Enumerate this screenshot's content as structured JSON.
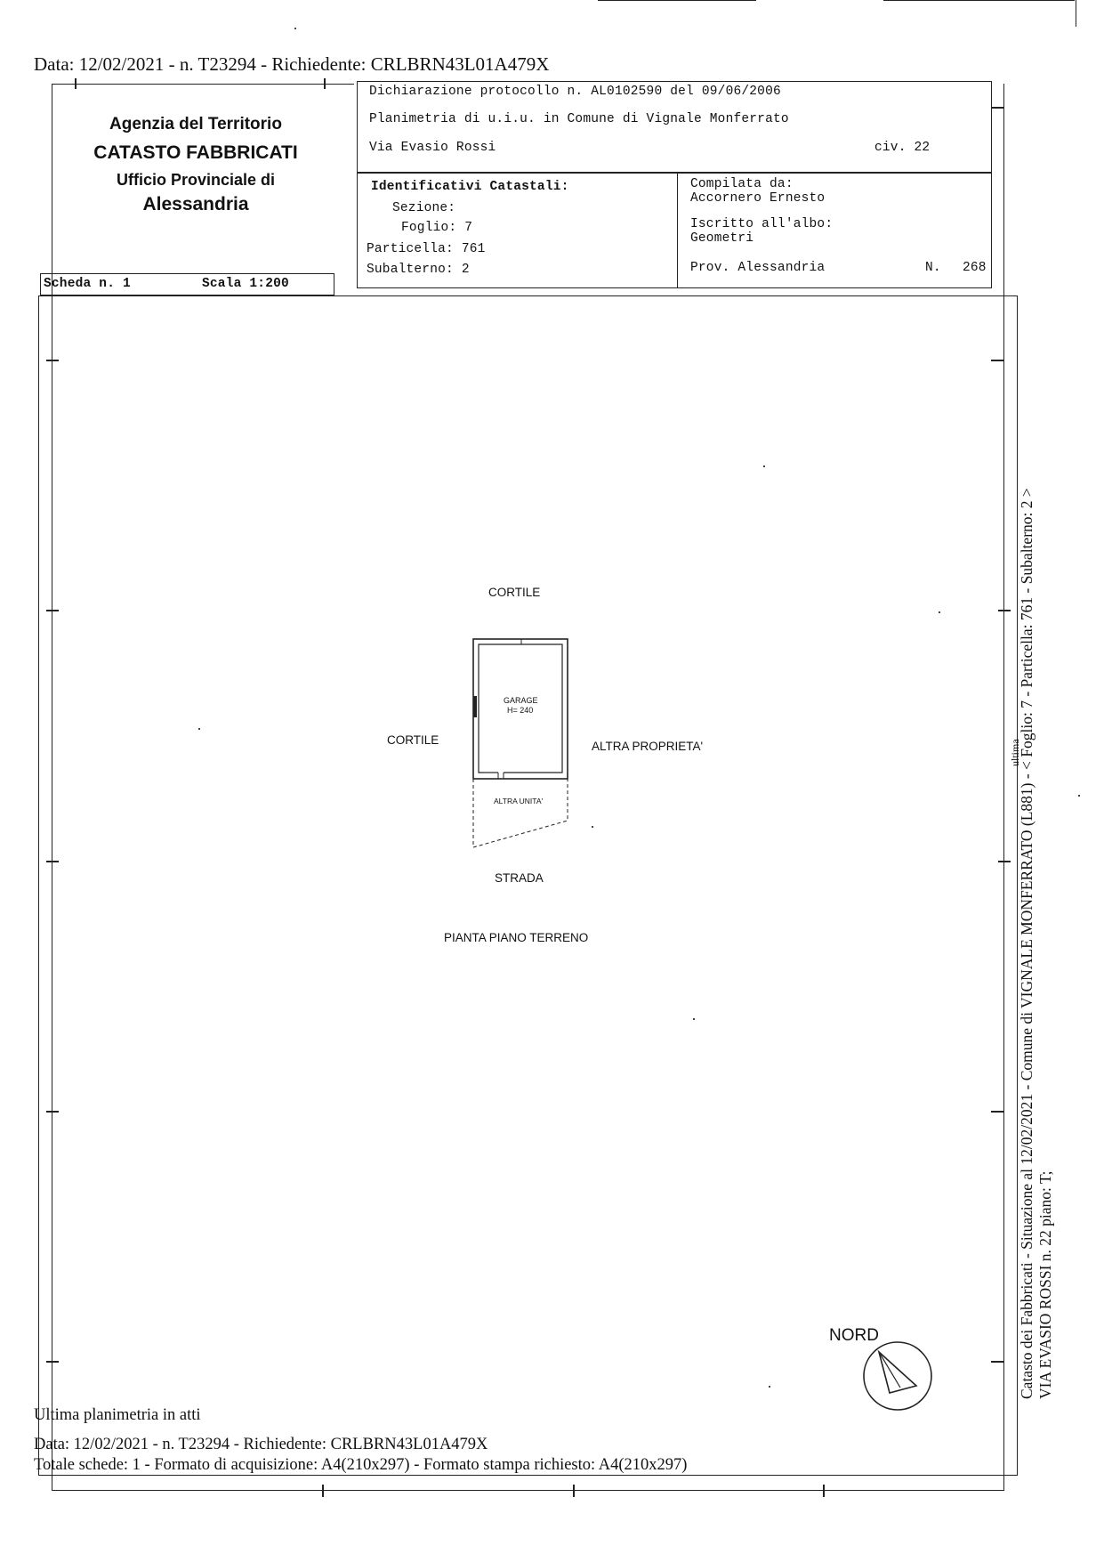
{
  "header_top": "Data: 12/02/2021 - n. T23294 - Richiedente: CRLBRN43L01A479X",
  "office": {
    "line1": "Agenzia del Territorio",
    "line2": "CATASTO FABBRICATI",
    "line3": "Ufficio Provinciale di",
    "line4": "Alessandria"
  },
  "declaration": {
    "protocol": "Dichiarazione protocollo n. AL0102590 del  09/06/2006",
    "planimetry": "Planimetria di u.i.u. in Comune di Vignale Monferrato",
    "address": "Via Evasio Rossi",
    "civ": "civ. 22"
  },
  "identifiers": {
    "title": "Identificativi Catastali:",
    "sezione": "Sezione:",
    "foglio": "Foglio: 7",
    "particella": "Particella: 761",
    "subalterno": "Subalterno: 2"
  },
  "compiler": {
    "title": "Compilata da:",
    "name": "Accornero Ernesto",
    "registered_title": "Iscritto all'albo:",
    "registered_value": "Geometri",
    "province": "Prov. Alessandria",
    "n_label": "N.",
    "n_value": "268"
  },
  "sheet": {
    "scheda": "Scheda n. 1",
    "scala": "Scala 1:200"
  },
  "plan": {
    "cortile_top": "CORTILE",
    "cortile_left": "CORTILE",
    "garage": "GARAGE",
    "height": "H= 240",
    "altra_proprieta": "ALTRA PROPRIETA'",
    "altra_unita": "ALTRA UNITA'",
    "strada": "STRADA",
    "pianta": "PIANTA PIANO TERRENO",
    "nord": "NORD"
  },
  "side": {
    "line1": "Catasto dei Fabbricati - Situazione al 12/02/2021 - Comune di VIGNALE MONFERRATO (L881) - < Foglio: 7 - Particella: 761 - Subalterno: 2 >",
    "line2": "VIA EVASIO ROSSI n. 22 piano: T;",
    "stamp": "ultima"
  },
  "footer": {
    "ultima": "Ultima planimetria in atti",
    "data": "Data: 12/02/2021 - n. T23294 - Richiedente: CRLBRN43L01A479X",
    "totale": "Totale schede: 1 - Formato di acquisizione: A4(210x297)  - Formato stampa richiesto: A4(210x297)"
  }
}
